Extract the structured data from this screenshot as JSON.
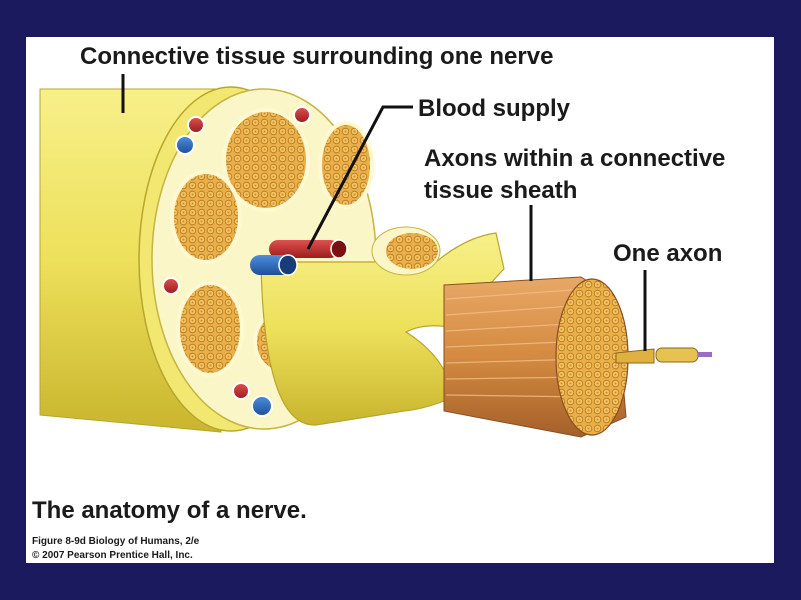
{
  "labels": {
    "connective_tissue": "Connective tissue surrounding one nerve",
    "blood_supply": "Blood supply",
    "axons_line1": "Axons within a connective",
    "axons_line2": "tissue sheath",
    "one_axon": "One axon"
  },
  "title": "The anatomy of a nerve.",
  "credit_line1": "Figure 8-9d  Biology of Humans, 2/e",
  "credit_line2": "© 2007 Pearson Prentice Hall, Inc.",
  "colors": {
    "background": "#1b1a5e",
    "sheath": "#f2e85a",
    "fascicle": "#e2a23a",
    "artery": "#c62828",
    "vein": "#2f6fc0",
    "axon_bundle": "#d9934a"
  }
}
